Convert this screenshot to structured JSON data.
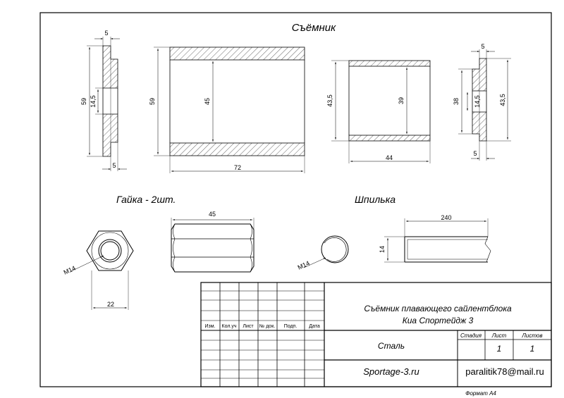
{
  "title": "Съёмник",
  "parts": {
    "nut_label": "Гайка - 2шт.",
    "stud_label": "Шпилька"
  },
  "dims": {
    "ring1_top": "5",
    "ring1_bottom": "5",
    "ring1_height": "59",
    "ring1_bore": "14,5",
    "pipe_height": "59",
    "pipe_inner": "45",
    "pipe_length": "72",
    "sleeve_height": "43,5",
    "sleeve_inner": "39",
    "sleeve_length": "44",
    "ring2_top": "5",
    "ring2_bottom": "5",
    "ring2_outer": "43,5",
    "ring2_step": "38",
    "ring2_bore": "14,5",
    "nut_thread": "M14",
    "nut_across_flats": "22",
    "nut_length": "45",
    "stud_thread": "M14",
    "stud_length": "240",
    "stud_diameter": "14"
  },
  "title_block": {
    "headers": [
      "Изм.",
      "Кол.уч",
      "Лист",
      "№ док.",
      "Подп.",
      "Дата"
    ],
    "name_line1": "Съёмник плавающего сайлентблока",
    "name_line2": "Киа Спортейдж 3",
    "material": "Сталь",
    "stage_label": "Стадия",
    "sheet_label": "Лист",
    "sheets_label": "Листов",
    "sheet_value": "1",
    "sheets_value": "1",
    "site": "Sportage-3.ru",
    "email": "paralitik78@mail.ru"
  },
  "format": "Формат А4"
}
